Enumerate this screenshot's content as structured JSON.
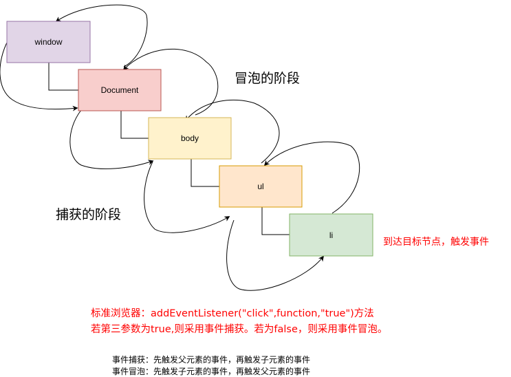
{
  "nodes": {
    "window": {
      "label": "window",
      "fill": "#e1d5e7",
      "stroke": "#9673a6"
    },
    "document": {
      "label": "Document",
      "fill": "#f8cecc",
      "stroke": "#b85450"
    },
    "body": {
      "label": "body",
      "fill": "#fff2cc",
      "stroke": "#d6b656"
    },
    "ul": {
      "label": "ul",
      "fill": "#ffe6cc",
      "stroke": "#d79b00"
    },
    "li": {
      "label": "li",
      "fill": "#d5e8d4",
      "stroke": "#82b366"
    }
  },
  "labels": {
    "bubble_phase": "冒泡的阶段",
    "capture_phase": "捕获的阶段",
    "target_reached": "到达目标节点，触发事件"
  },
  "notes": {
    "red_line1": "标准浏览器：addEventListener(\"click\",function,\"true\")方法",
    "red_line2": "若第三参数为true,则采用事件捕获。若为false，则采用事件冒泡。",
    "black_line1": "事件捕获：先触发父元素的事件，再触发子元素的事件",
    "black_line2": "事件冒泡：先触发子元素的事件，再触发父元素的事件"
  },
  "colors": {
    "line": "#000000",
    "red_text": "#ff0000"
  }
}
